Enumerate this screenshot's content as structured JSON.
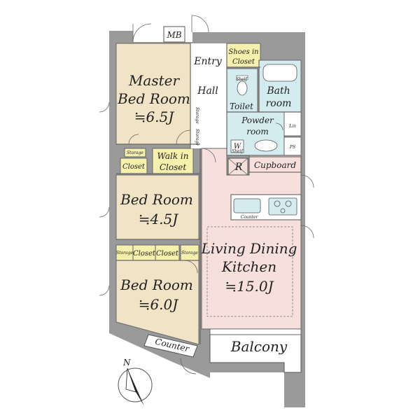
{
  "rooms": {
    "master": {
      "line1": "Master",
      "line2": "Bed Room",
      "size": "≒6.5J"
    },
    "bed2": {
      "line1": "Bed Room",
      "size": "≒4.5J"
    },
    "bed3": {
      "line1": "Bed Room",
      "size": "≒6.0J"
    },
    "ldk": {
      "line1": "Living Dining",
      "line2": "Kitchen",
      "size": "≒15.0J"
    },
    "balcony": "Balcony",
    "entry": "Entry",
    "hall": "Hall",
    "toilet": "Toilet",
    "bath": {
      "line1": "Bath",
      "line2": "room"
    },
    "powder": {
      "line1": "Powder",
      "line2": "room"
    }
  },
  "fixtures": {
    "mb": "MB",
    "shoes_closet": {
      "line1": "Shoes in",
      "line2": "Closet"
    },
    "walk_in": {
      "line1": "Walk in",
      "line2": "Closet"
    },
    "closet": "Closet",
    "storage": "Storage",
    "cupboard": "Cupboard",
    "counter_kitchen": "Counter",
    "counter_room": "Counter",
    "lin": "Lin",
    "ps": "PS",
    "w": "W",
    "r": "R",
    "shelf": "Shelf"
  },
  "compass": {
    "label": "N"
  },
  "colors": {
    "bedroom": "#f1e3c5",
    "ldk": "#f7dfdc",
    "wet": "#d4ecef",
    "closet": "#f6f0ad",
    "wall": "#9a9a9a",
    "balcony": "#ffffff"
  }
}
